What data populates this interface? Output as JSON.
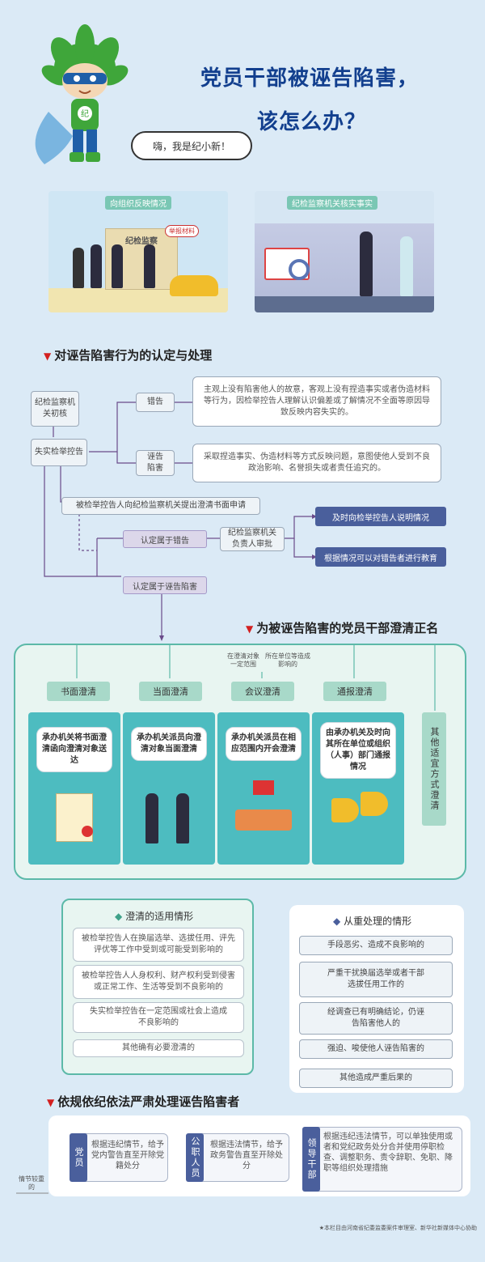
{
  "header": {
    "title_line1": "党员干部被诬告陷害，",
    "title_line2": "该怎么办？",
    "mascot_greeting": "嗨，我是纪小新！",
    "mascot_badge": "纪"
  },
  "illustrations": {
    "left_caption": "向组织反映情况",
    "left_building": "纪检监察",
    "left_sign": "举报材料",
    "right_caption": "纪检监察机关核实事实"
  },
  "section1": {
    "title": "对诬告陷害行为的认定与处理",
    "initial_check": "纪检监察机关初核",
    "unverified": "失实检举控告",
    "mistake_label": "错告",
    "mistake_desc": "主观上没有陷害他人的故意，客观上没有捏造事实或者伪造材料等行为，因检举控告人理解认识偏差或了解情况不全面等原因导致反映内容失实的。",
    "false_label": "诬告陷害",
    "false_desc": "采取捏造事实、伪造材料等方式反映问题，意图使他人受到不良政治影响、名誉损失或者责任追究的。",
    "apply": "被检举控告人向纪检监察机关提出澄清书面申请",
    "deemed_mistake": "认定属于错告",
    "approval": "纪检监察机关负责人审批",
    "action1": "及时向检举控告人说明情况",
    "action2": "根据情况可以对错告者进行教育",
    "deemed_false": "认定属于诬告陷害"
  },
  "section2": {
    "title": "为被诬告陷害的党员干部澄清正名",
    "note1": "在澄清对象一定范围",
    "note2": "所在单位等造成影响的",
    "methods": [
      "书面澄清",
      "当面澄清",
      "会议澄清",
      "通报澄清"
    ],
    "other_method": "其他适宜方式澄清",
    "panels": [
      "承办机关将书面澄清函向澄清对象送达",
      "承办机关派员向澄清对象当面澄清",
      "承办机关派员在相应范围内开会澄清",
      "由承办机关及时向其所在单位或组织（人事）部门通报情况"
    ]
  },
  "applicable": {
    "title": "澄清的适用情形",
    "items": [
      "被检举控告人在换届选举、选拔任用、评先评优等工作中受到或可能受到影响的",
      "被检举控告人人身权利、财产权利受到侵害或正常工作、生活等受到不良影响的",
      "失实检举控告在一定范围或社会上造成不良影响的",
      "其他确有必要澄清的"
    ]
  },
  "severe": {
    "title": "从重处理的情形",
    "items": [
      "手段恶劣、造成不良影响的",
      "严重干扰换届选举或者干部选拔任用工作的",
      "经调查已有明确结论，仍诬告陷害他人的",
      "强迫、唆使他人诬告陷害的",
      "其他造成严重后果的"
    ]
  },
  "section3": {
    "title": "依规依纪依法严肃处理诬告陷害者",
    "side_note": "情节较重的",
    "cards": [
      {
        "tag": "党员",
        "text": "根据违纪情节，给予党内警告直至开除党籍处分"
      },
      {
        "tag": "公职人员",
        "text": "根据违法情节，给予政务警告直至开除处分"
      },
      {
        "tag": "领导干部",
        "text": "根据违纪违法情节，可以单独使用或者和党纪政务处分合并使用停职检查、调整职务、责令辞职、免职、降职等组织处理措施"
      }
    ]
  },
  "footer": "★本栏目由河南省纪委监委案件审理室、新华社新媒体中心协助",
  "colors": {
    "title": "#123f8e",
    "accent_red": "#d32020",
    "teal": "#4dbcc0",
    "navy": "#4a5f9c",
    "purple": "#dcd7ea"
  }
}
